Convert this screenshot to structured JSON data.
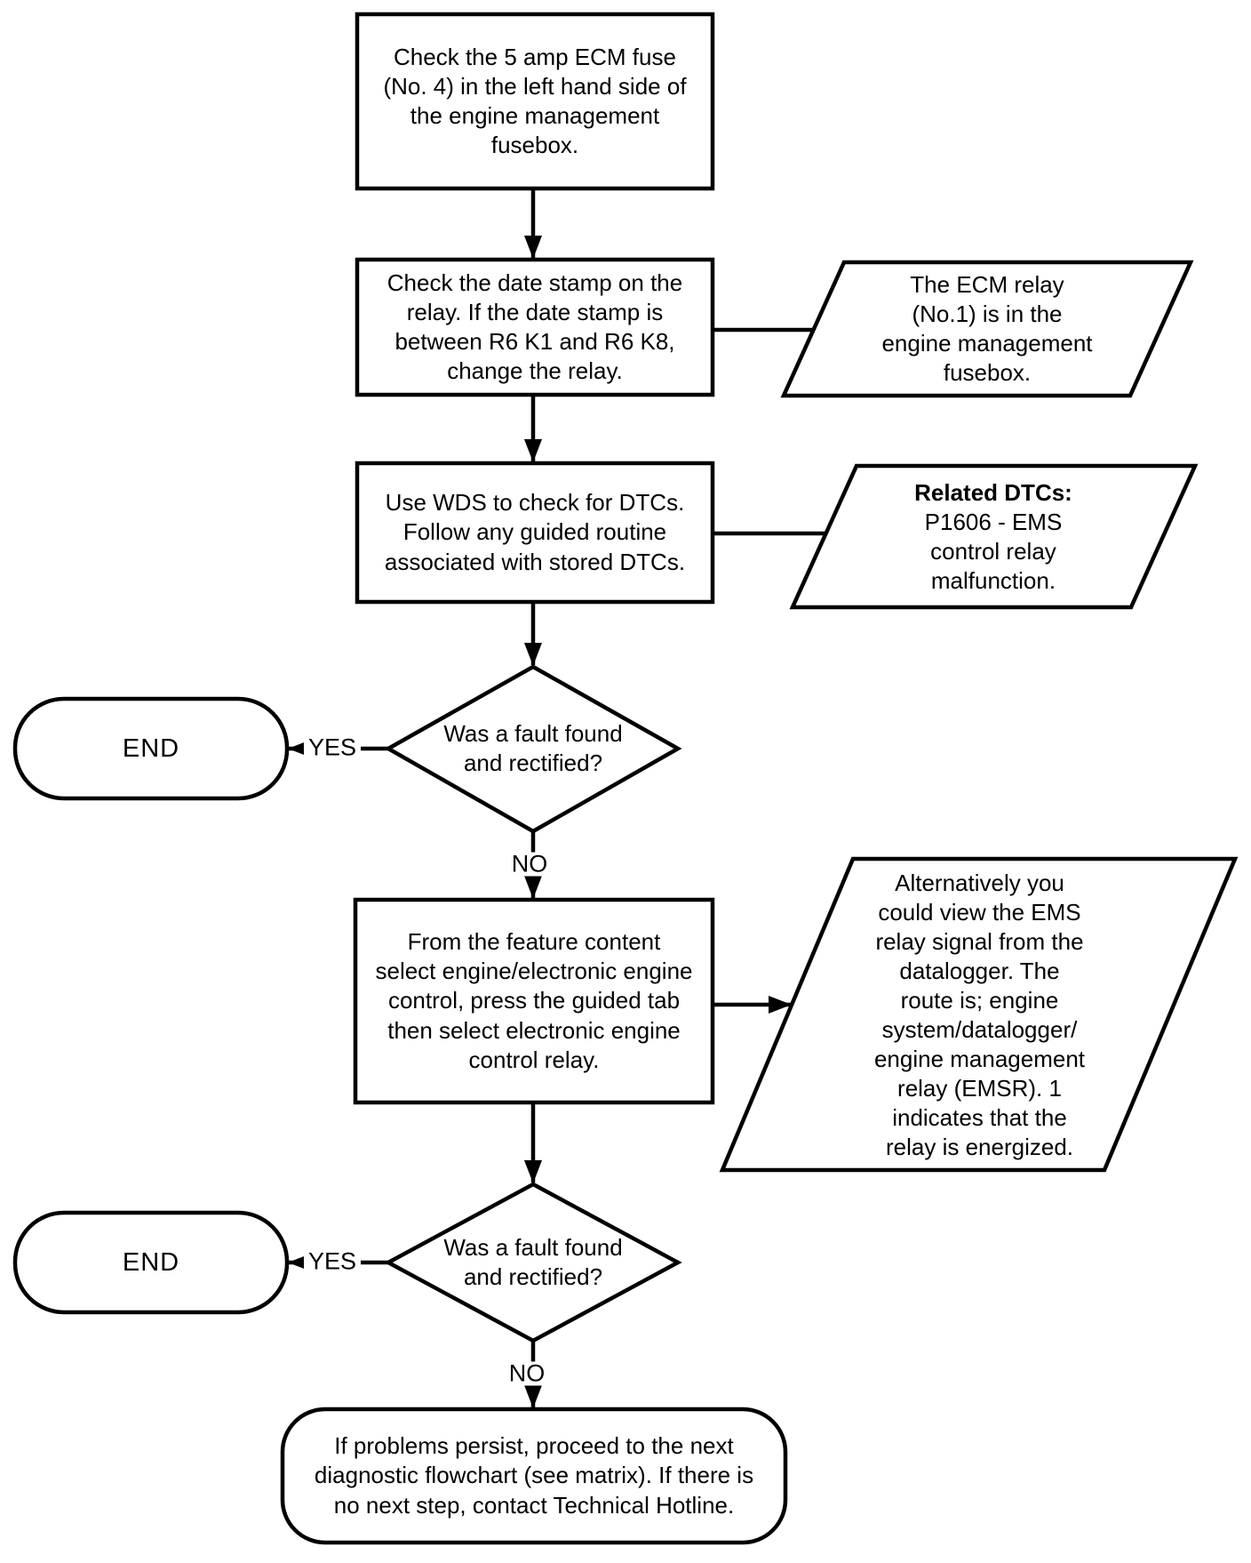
{
  "flowchart": {
    "colors": {
      "stroke": "#000000",
      "fill": "#ffffff",
      "text": "#000000"
    },
    "steps": {
      "check_fuse": {
        "lines": [
          "Check the 5 amp ECM fuse",
          "(No. 4) in the left hand side of",
          "the engine management",
          "fusebox."
        ]
      },
      "check_date_stamp": {
        "lines": [
          "Check the date stamp on the",
          "relay. If the date stamp is",
          "between R6 K1 and R6 K8,",
          "change the relay."
        ]
      },
      "use_wds": {
        "lines": [
          "Use WDS to check for DTCs.",
          "Follow any guided routine",
          "associated with stored DTCs."
        ]
      },
      "feature_content": {
        "lines": [
          "From the feature content",
          "select engine/electronic engine",
          "control, press the guided tab",
          "then select electronic engine",
          "control relay."
        ]
      }
    },
    "notes": {
      "ecm_relay_location": {
        "lines": [
          "The ECM relay",
          "(No.1) is in the",
          "engine management",
          "fusebox."
        ]
      },
      "related_dtcs": {
        "title": "Related DTCs:",
        "lines": [
          "P1606 - EMS",
          "control relay",
          "malfunction."
        ]
      },
      "datalogger_alternative": {
        "lines": [
          "Alternatively you",
          "could view the EMS",
          "relay signal from the",
          "datalogger. The",
          "route is; engine",
          "system/datalogger/",
          "engine management",
          "relay (EMSR). 1",
          "indicates that the",
          "relay is energized."
        ]
      }
    },
    "decisions": {
      "fault_found_1": {
        "lines": [
          "Was a fault found",
          "and rectified?"
        ]
      },
      "fault_found_2": {
        "lines": [
          "Was a fault found",
          "and rectified?"
        ]
      }
    },
    "terminators": {
      "end_1": {
        "label": "END"
      },
      "end_2": {
        "label": "END"
      },
      "next_steps": {
        "lines": [
          "If problems persist, proceed to the next",
          "diagnostic flowchart (see matrix). If there is",
          "no next step, contact Technical Hotline."
        ]
      }
    },
    "edge_labels": {
      "yes_1": "YES",
      "no_1": "NO",
      "yes_2": "YES",
      "no_2": "NO"
    }
  }
}
